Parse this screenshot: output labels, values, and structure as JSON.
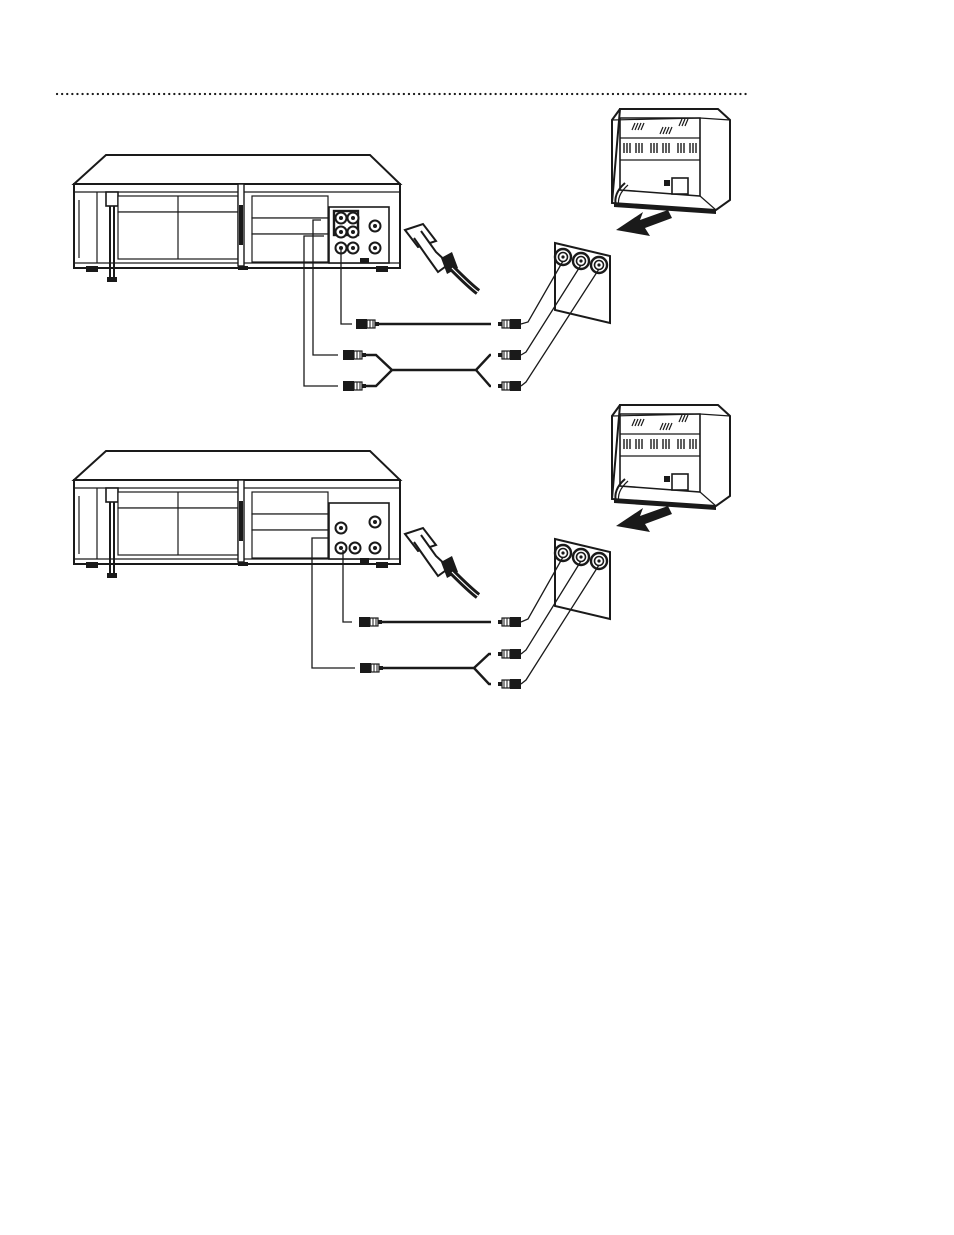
{
  "diagrams": [
    {
      "id": "upper",
      "vcr_jacks_left_column": 2,
      "vcr_jacks_right_column": 1,
      "tv_jacks": 3,
      "cable_sets": [
        "single",
        "pair"
      ]
    },
    {
      "id": "lower",
      "vcr_jacks_left_column": 1,
      "vcr_jacks_right_column": 1,
      "tv_jacks": 3,
      "cable_sets": [
        "single",
        "split"
      ]
    }
  ],
  "icons": [
    "vcr-rear-view",
    "television-rear-view",
    "tv-jack-panel",
    "rf-coaxial-plug",
    "rca-plug",
    "direction-arrow"
  ],
  "colors": {
    "ink": "#1a1a1a",
    "background": "#ffffff"
  }
}
